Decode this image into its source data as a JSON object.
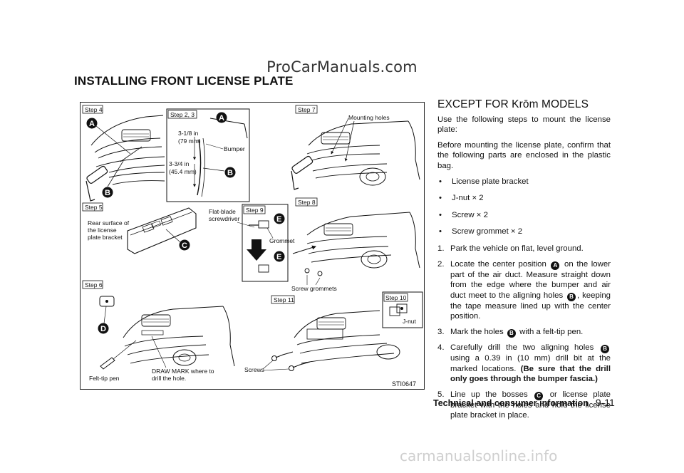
{
  "watermark_top": "ProCarManuals.com",
  "section_title": "INSTALLING FRONT LICENSE PLATE",
  "figure": {
    "code": "STI0647",
    "steps": [
      "Step 4",
      "Step 2, 3",
      "Step 7",
      "Step 5",
      "Step 8",
      "Step 9",
      "Step 6",
      "Step 11",
      "Step 10"
    ],
    "labels": {
      "mounting_holes": "Mounting holes",
      "dim1_a": "3-1/8 in",
      "dim1_b": "(79 mm)",
      "bumper": "Bumper",
      "dim2_a": "3-3/4 in",
      "dim2_b": "(45.4 mm)",
      "rear_surface_a": "Rear surface of",
      "rear_surface_b": "the license",
      "rear_surface_c": "plate bracket",
      "flat_blade_a": "Flat-blade",
      "flat_blade_b": "screwdriver",
      "grommet": "Grommet",
      "screw_grommets": "Screw grommets",
      "jnut": "J-nut",
      "felt_tip": "Felt-tip pen",
      "draw_mark_a": "DRAW MARK where to",
      "draw_mark_b": "drill the hole.",
      "screws": "Screws"
    },
    "callouts": {
      "a": "A",
      "b": "B",
      "c": "C",
      "d": "D",
      "e": "E"
    }
  },
  "content": {
    "heading": "EXCEPT FOR Krōm MODELS",
    "intro": "Use the following steps to mount the license plate:",
    "before": "Before mounting the license plate, confirm that the following parts are enclosed in the plastic bag.",
    "bullets": [
      "License plate bracket",
      "J-nut × 2",
      "Screw × 2",
      "Screw grommet × 2"
    ],
    "step1": "Park the vehicle on flat, level ground.",
    "step2_pre": "Locate the center position",
    "step2_mid": "on the lower part of the air duct. Measure straight down from the edge where the bumper and air duct meet to the aligning holes",
    "step2_post": ", keeping the tape measure lined up with the center position.",
    "step3_pre": "Mark the holes",
    "step3_post": "with a felt-tip pen.",
    "step4_pre": "Carefully drill the two aligning holes",
    "step4_mid": "using a 0.39 in (10 mm) drill bit at the marked locations.",
    "step4_bold": "(Be sure that the drill only goes through the bumper fascia.)",
    "step5_pre": "Line up the bosses",
    "step5_post": "or license plate bracket with the holes and hold the license plate bracket in place.",
    "nums": [
      "1.",
      "2.",
      "3.",
      "4.",
      "5."
    ],
    "bullet_dot": "•",
    "circle_a": "A",
    "circle_b": "B",
    "circle_c": "C"
  },
  "footer": {
    "title": "Technical and consumer information",
    "page": "9-11"
  },
  "watermark_bottom": "carmanualsonline.info"
}
